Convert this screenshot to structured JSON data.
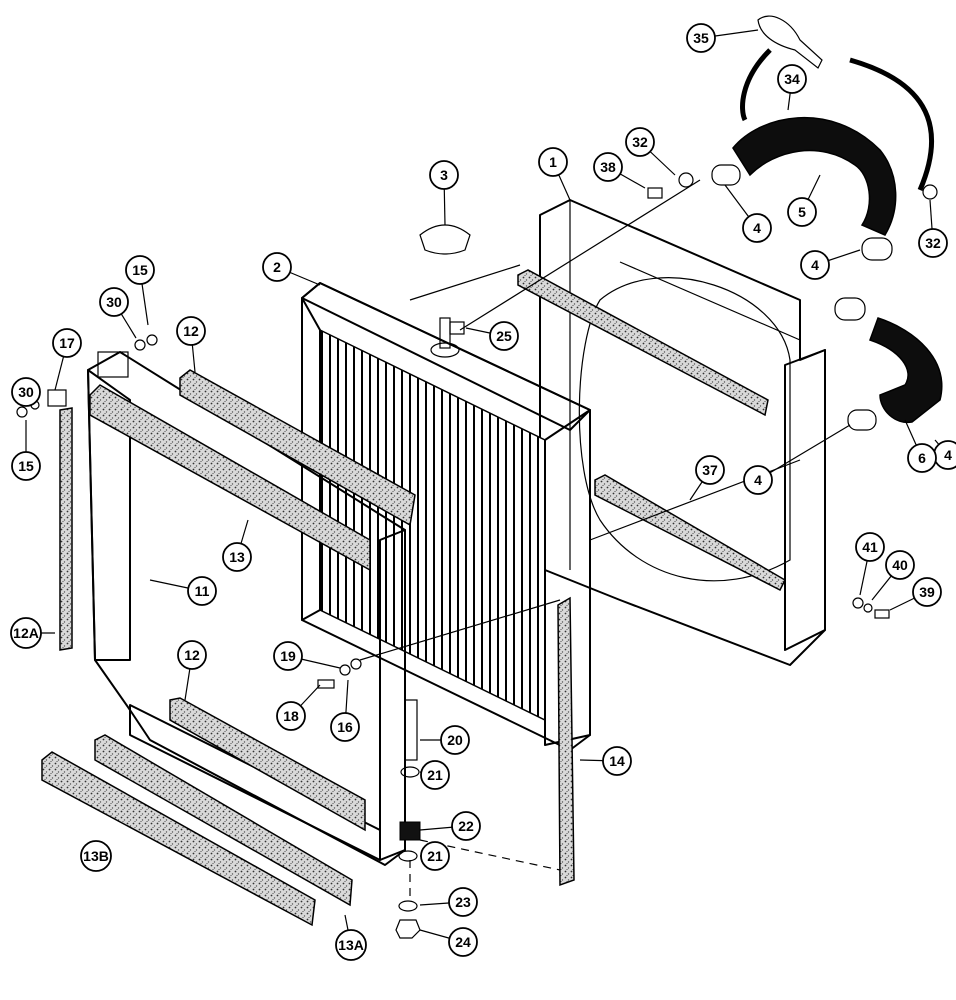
{
  "callouts": [
    {
      "label": "1"
    },
    {
      "label": "2"
    },
    {
      "label": "3"
    },
    {
      "label": "4"
    },
    {
      "label": "4"
    },
    {
      "label": "4"
    },
    {
      "label": "4"
    },
    {
      "label": "5"
    },
    {
      "label": "6"
    },
    {
      "label": "11"
    },
    {
      "label": "12"
    },
    {
      "label": "12"
    },
    {
      "label": "12A"
    },
    {
      "label": "13"
    },
    {
      "label": "13A"
    },
    {
      "label": "13B"
    },
    {
      "label": "14"
    },
    {
      "label": "15"
    },
    {
      "label": "15"
    },
    {
      "label": "16"
    },
    {
      "label": "17"
    },
    {
      "label": "18"
    },
    {
      "label": "19"
    },
    {
      "label": "20"
    },
    {
      "label": "21"
    },
    {
      "label": "21"
    },
    {
      "label": "22"
    },
    {
      "label": "23"
    },
    {
      "label": "24"
    },
    {
      "label": "25"
    },
    {
      "label": "30"
    },
    {
      "label": "30"
    },
    {
      "label": "32"
    },
    {
      "label": "32"
    },
    {
      "label": "34"
    },
    {
      "label": "35"
    },
    {
      "label": "37"
    },
    {
      "label": "38"
    },
    {
      "label": "39"
    },
    {
      "label": "40"
    },
    {
      "label": "41"
    }
  ]
}
